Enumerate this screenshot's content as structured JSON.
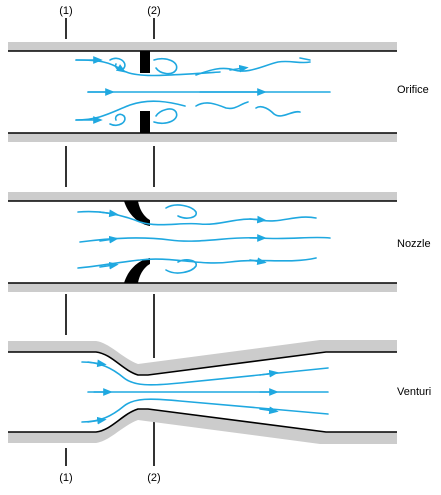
{
  "sections": {
    "orifice_label": "Orifice",
    "nozzle_label": "Nozzle",
    "venturi_label": "Venturi"
  },
  "stations": {
    "top_1": "(1)",
    "top_2": "(2)",
    "bottom_1": "(1)",
    "bottom_2": "(2)"
  },
  "colors": {
    "streamline": "#1fa8e0",
    "pipe_wall": "#cccccc",
    "obstruction": "#000000"
  }
}
